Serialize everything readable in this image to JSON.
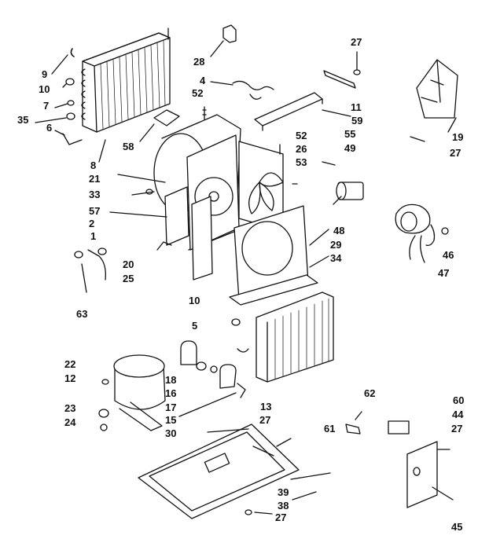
{
  "diagram": {
    "ink_color": "#111111",
    "paper_color": "#ffffff",
    "callouts": [
      {
        "id": "c9",
        "text": "9"
      },
      {
        "id": "c10a",
        "text": "10"
      },
      {
        "id": "c7",
        "text": "7"
      },
      {
        "id": "c35",
        "text": "35"
      },
      {
        "id": "c6",
        "text": "6"
      },
      {
        "id": "c8",
        "text": "8"
      },
      {
        "id": "c58",
        "text": "58"
      },
      {
        "id": "c28",
        "text": "28"
      },
      {
        "id": "c4",
        "text": "4"
      },
      {
        "id": "c52a",
        "text": "52"
      },
      {
        "id": "c27a",
        "text": "27"
      },
      {
        "id": "c11",
        "text": "11"
      },
      {
        "id": "c59",
        "text": "59"
      },
      {
        "id": "c19",
        "text": "19"
      },
      {
        "id": "c27b",
        "text": "27"
      },
      {
        "id": "c21",
        "text": "21"
      },
      {
        "id": "c33",
        "text": "33"
      },
      {
        "id": "c57",
        "text": "57"
      },
      {
        "id": "c2",
        "text": "2"
      },
      {
        "id": "c1",
        "text": "1"
      },
      {
        "id": "c52b",
        "text": "52"
      },
      {
        "id": "c26",
        "text": "26"
      },
      {
        "id": "c53",
        "text": "53"
      },
      {
        "id": "c55",
        "text": "55"
      },
      {
        "id": "c49",
        "text": "49"
      },
      {
        "id": "c48",
        "text": "48"
      },
      {
        "id": "c29",
        "text": "29"
      },
      {
        "id": "c34",
        "text": "34"
      },
      {
        "id": "c46",
        "text": "46"
      },
      {
        "id": "c47",
        "text": "47"
      },
      {
        "id": "c20",
        "text": "20"
      },
      {
        "id": "c25",
        "text": "25"
      },
      {
        "id": "c63",
        "text": "63"
      },
      {
        "id": "c10b",
        "text": "10"
      },
      {
        "id": "c5",
        "text": "5"
      },
      {
        "id": "c22",
        "text": "22"
      },
      {
        "id": "c12",
        "text": "12"
      },
      {
        "id": "c18",
        "text": "18"
      },
      {
        "id": "c16",
        "text": "16"
      },
      {
        "id": "c17",
        "text": "17"
      },
      {
        "id": "c15",
        "text": "15"
      },
      {
        "id": "c13",
        "text": "13"
      },
      {
        "id": "c23",
        "text": "23"
      },
      {
        "id": "c24",
        "text": "24"
      },
      {
        "id": "c27c",
        "text": "27"
      },
      {
        "id": "c30",
        "text": "30"
      },
      {
        "id": "c62",
        "text": "62"
      },
      {
        "id": "c61",
        "text": "61"
      },
      {
        "id": "c60",
        "text": "60"
      },
      {
        "id": "c44",
        "text": "44"
      },
      {
        "id": "c27d",
        "text": "27"
      },
      {
        "id": "c39",
        "text": "39"
      },
      {
        "id": "c38",
        "text": "38"
      },
      {
        "id": "c27e",
        "text": "27"
      },
      {
        "id": "c45",
        "text": "45"
      }
    ]
  }
}
